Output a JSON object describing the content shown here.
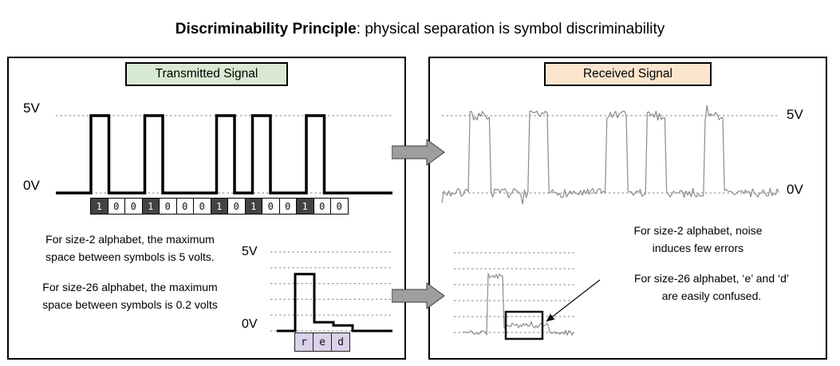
{
  "title": {
    "bold": "Discriminability Principle",
    "rest": ": physical separation is symbol discriminability"
  },
  "transmitted": {
    "header": "Transmitted Signal",
    "axis_high": "5V",
    "axis_low": "0V",
    "bits": [
      1,
      0,
      0,
      1,
      0,
      0,
      0,
      1,
      0,
      1,
      0,
      0,
      1,
      0,
      0
    ],
    "note_size2": "For size-2 alphabet, the maximum\nspace between symbols is 5 volts.",
    "note_size26": "For size-26 alphabet, the maximum\nspace between symbols is 0.2 volts",
    "word_chart": {
      "axis_high": "5V",
      "axis_low": "0V",
      "letters": [
        "r",
        "e",
        "d"
      ],
      "letter_levels_volts": [
        3.6,
        0.55,
        0.35
      ],
      "gridline_volts": [
        5,
        4,
        3,
        2,
        1,
        0
      ]
    }
  },
  "received": {
    "header": "Received Signal",
    "axis_high": "5V",
    "axis_low": "0V",
    "note_size2": "For size-2 alphabet, noise\ninduces few errors",
    "note_size26": "For size-26 alphabet, ‘e’ and ‘d’\nare easily confused.",
    "word_chart": {
      "gridline_volts": [
        5,
        4,
        3,
        2,
        1,
        0
      ],
      "pulse_level_volts": 3.55,
      "confused_level_volts": 0.42
    }
  },
  "colors": {
    "transmitted_header_bg": "#d9ead3",
    "received_header_bg": "#fce5cd",
    "letter_cell_bg": "#d9d2e9",
    "bit_one_bg": "#434343",
    "bit_zero_bg": "#ffffff",
    "arrow_fill": "#9e9e9e",
    "noise_stroke": "#8c8c8c",
    "gridline": "#9a9a9a"
  }
}
